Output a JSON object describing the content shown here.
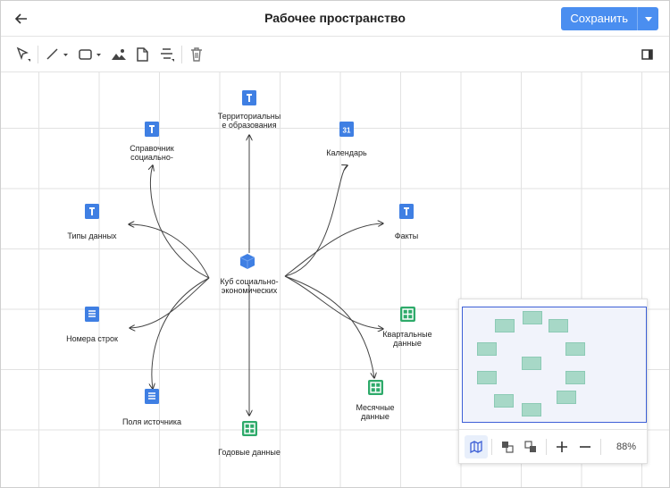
{
  "header": {
    "title": "Рабочее пространство",
    "save_label": "Сохранить"
  },
  "toolbar": {
    "tools": [
      "select-tool",
      "line-tool",
      "rectangle-tool",
      "image-tool",
      "document-tool",
      "align-tool",
      "delete-tool",
      "panel-toggle"
    ]
  },
  "diagram": {
    "center": {
      "label_1": "Куб социально-",
      "label_2": "экономических",
      "icon": "cube-icon"
    },
    "nodes": [
      {
        "id": "territorial",
        "label_1": "Территориальны",
        "label_2": "е образования",
        "icon": "dimension-icon"
      },
      {
        "id": "reference",
        "label_1": "Справочник",
        "label_2": "социально-",
        "icon": "dimension-icon"
      },
      {
        "id": "calendar",
        "label_1": "Календарь",
        "label_2": "",
        "icon": "calendar-icon"
      },
      {
        "id": "datatypes",
        "label_1": "Типы данных",
        "label_2": "",
        "icon": "dimension-icon"
      },
      {
        "id": "facts",
        "label_1": "Факты",
        "label_2": "",
        "icon": "dimension-icon"
      },
      {
        "id": "rownums",
        "label_1": "Номера строк",
        "label_2": "",
        "icon": "list-icon"
      },
      {
        "id": "quarterly",
        "label_1": "Квартальные",
        "label_2": "данные",
        "icon": "table-icon"
      },
      {
        "id": "sourcefields",
        "label_1": "Поля источника",
        "label_2": "",
        "icon": "list-icon"
      },
      {
        "id": "monthly",
        "label_1": "Месячные",
        "label_2": "данные",
        "icon": "table-icon"
      },
      {
        "id": "yearly",
        "label_1": "Годовые данные",
        "label_2": "",
        "icon": "table-icon"
      }
    ]
  },
  "minimap": {
    "zoom": "88%"
  },
  "colors": {
    "accent": "#4a8ef0",
    "dimension": "#3f7fe3",
    "table": "#2eaa6a",
    "minimap_node": "#a7d8c7",
    "viewport": "#3d5fd6"
  }
}
